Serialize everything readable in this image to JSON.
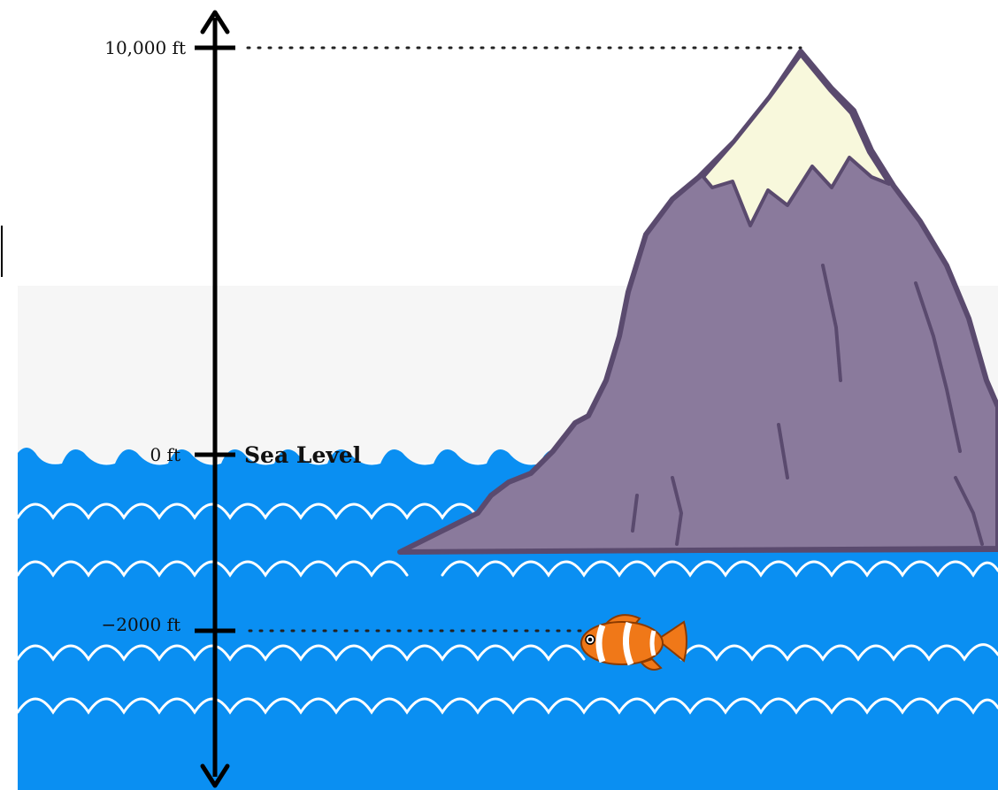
{
  "labels": {
    "top": "10,000 ft",
    "zero": "0 ft",
    "sea_level": "Sea Level",
    "fish_depth": "−2000 ft"
  },
  "colors": {
    "sky_haze": "#f6f6f6",
    "water": "#0a8ff2",
    "wave_line": "#ffffff",
    "mountain": "#8a7a9c",
    "mountain_outline": "#5a4a6e",
    "snow": "#f8f8dc",
    "fish_orange": "#f07818",
    "axis": "#000000"
  },
  "icons": {
    "mountain": "mountain-island-icon",
    "fish": "clownfish-icon"
  }
}
